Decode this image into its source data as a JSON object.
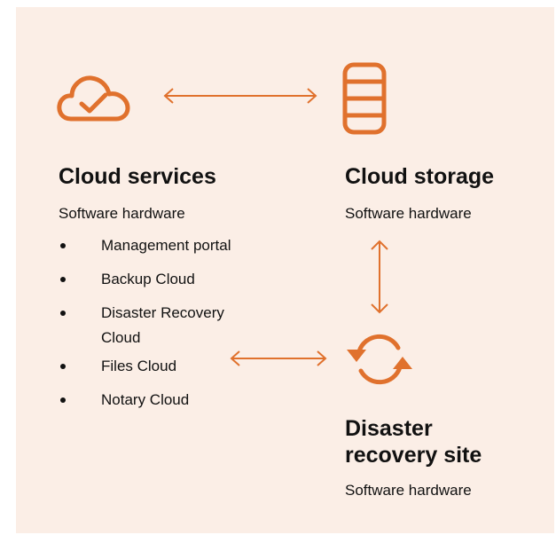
{
  "colors": {
    "accent": "#e0712d",
    "panel": "#fbeee6",
    "text": "#111111"
  },
  "cloud_services": {
    "icon": "cloud-check-icon",
    "title": "Cloud services",
    "subtitle": "Software hardware",
    "items": [
      "Management portal",
      "Backup Cloud",
      "Disaster Recovery Cloud",
      "Files Cloud",
      "Notary Cloud"
    ]
  },
  "cloud_storage": {
    "icon": "database-icon",
    "title": "Cloud storage",
    "subtitle": "Software hardware"
  },
  "disaster_recovery_site": {
    "icon": "sync-icon",
    "title": "Disaster recovery site",
    "subtitle": "Software hardware"
  },
  "connections": [
    {
      "from": "Cloud services",
      "to": "Cloud storage",
      "direction": "bidirectional"
    },
    {
      "from": "Cloud storage",
      "to": "Disaster recovery site",
      "direction": "bidirectional"
    },
    {
      "from": "Cloud services",
      "to": "Disaster recovery site",
      "direction": "bidirectional"
    }
  ]
}
